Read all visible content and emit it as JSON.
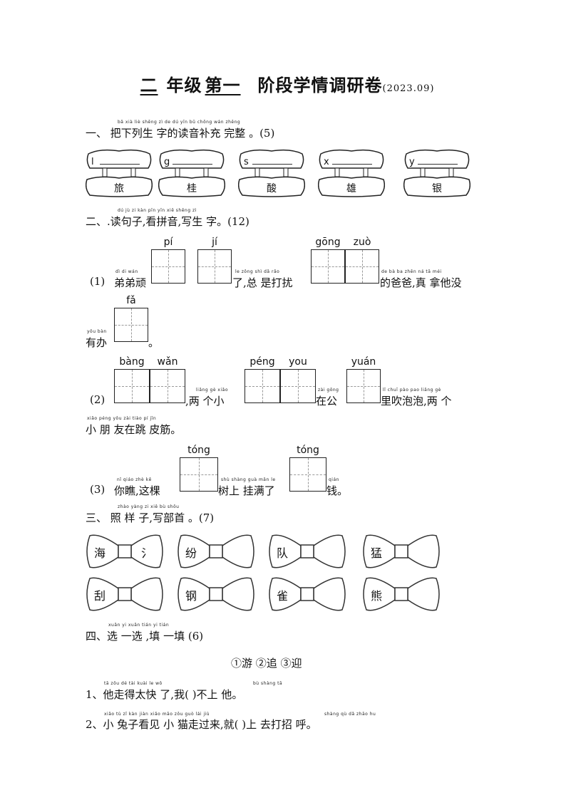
{
  "title": {
    "grade": "二",
    "grade_suffix": "年级",
    "stage": "第一",
    "rest": "阶段学情调研卷",
    "date": "(2023.09)"
  },
  "q1": {
    "py": "bǎ xià liè shēng zì de dú yīn bǔ chōng wán zhěng",
    "text": "一、 把下列生 字的读音补充 完整 。(5)",
    "items": [
      {
        "initial": "l",
        "char": "旅"
      },
      {
        "initial": "g",
        "char": "桂"
      },
      {
        "initial": "s",
        "char": "酸"
      },
      {
        "initial": "x",
        "char": "雄"
      },
      {
        "initial": "y",
        "char": "银"
      }
    ]
  },
  "q2": {
    "py": "dú jù zi kàn pīn yīn xiě shēng zì",
    "text": "二、.读句子,看拼音,写生 字。(12)",
    "s1": {
      "label": "(1)",
      "p1": "弟弟顽",
      "p1_py": "dì di wán",
      "b1": "pí",
      "b2": "jí",
      "p2": "了,总 是打扰",
      "p2_py": "le  zǒng shì dǎ rǎo",
      "b3": "gōng",
      "b4": "zuò",
      "p3": "的爸爸,真 拿他没",
      "p3_py": "de bà ba  zhēn ná tā méi",
      "p4": "有办",
      "p4_py": "yǒu bàn",
      "b5": "fǎ",
      "p5": "。"
    },
    "s2": {
      "label": "(2)",
      "b1": "bàng",
      "b2": "wǎn",
      "p1": ",两 个小",
      "p1_py": "liǎng gè xiǎo",
      "b3": "péng",
      "b4": "you",
      "p2": "在公",
      "p2_py": "zài gōng",
      "b5": "yuán",
      "p3": "里吹泡泡,两 个",
      "p3_py": "lǐ chuī pào pao  liǎng gè",
      "p4": "小 朋 友在跳 皮筋。",
      "p4_py": "xiǎo péng yǒu zài tiào pí jīn"
    },
    "s3": {
      "label": "(3)",
      "p1": "你瞧,这棵",
      "p1_py": "nǐ qiáo  zhè kē",
      "b1": "tóng",
      "p2": "树上 挂满了",
      "p2_py": "shù shàng guà mǎn le",
      "b2": "tóng",
      "p3": "钱。",
      "p3_py": "qián"
    }
  },
  "q3": {
    "py": "zhào yàng zi  xiě bù shǒu",
    "text": "三、 照 样 子,写部首 。(7)",
    "items": [
      {
        "char": "海",
        "answer": "氵"
      },
      {
        "char": "纷",
        "answer": ""
      },
      {
        "char": "队",
        "answer": ""
      },
      {
        "char": "猛",
        "answer": ""
      },
      {
        "char": "刮",
        "answer": ""
      },
      {
        "char": "钢",
        "answer": ""
      },
      {
        "char": "雀",
        "answer": ""
      },
      {
        "char": "熊",
        "answer": ""
      }
    ]
  },
  "q4": {
    "py": "xuǎn yi xuǎn  tián yi tián",
    "text": "四、选 一选 ,填 一填  (6)",
    "options": "①游  ②追  ③迎",
    "l1": "1、他走得太快 了,我(     )不上 他。",
    "l1_py1": "tā zǒu dé tài kuài le  wǒ",
    "l1_py2": "bù shàng tā",
    "l2": "2、小 兔子看见 小 猫走过来,就(     )上 去打招 呼。",
    "l2_py1": "xiǎo tù zǐ kàn jiàn xiǎo māo zǒu guò lái  jiù",
    "l2_py2": "shàng qù dǎ zhāo hu"
  }
}
